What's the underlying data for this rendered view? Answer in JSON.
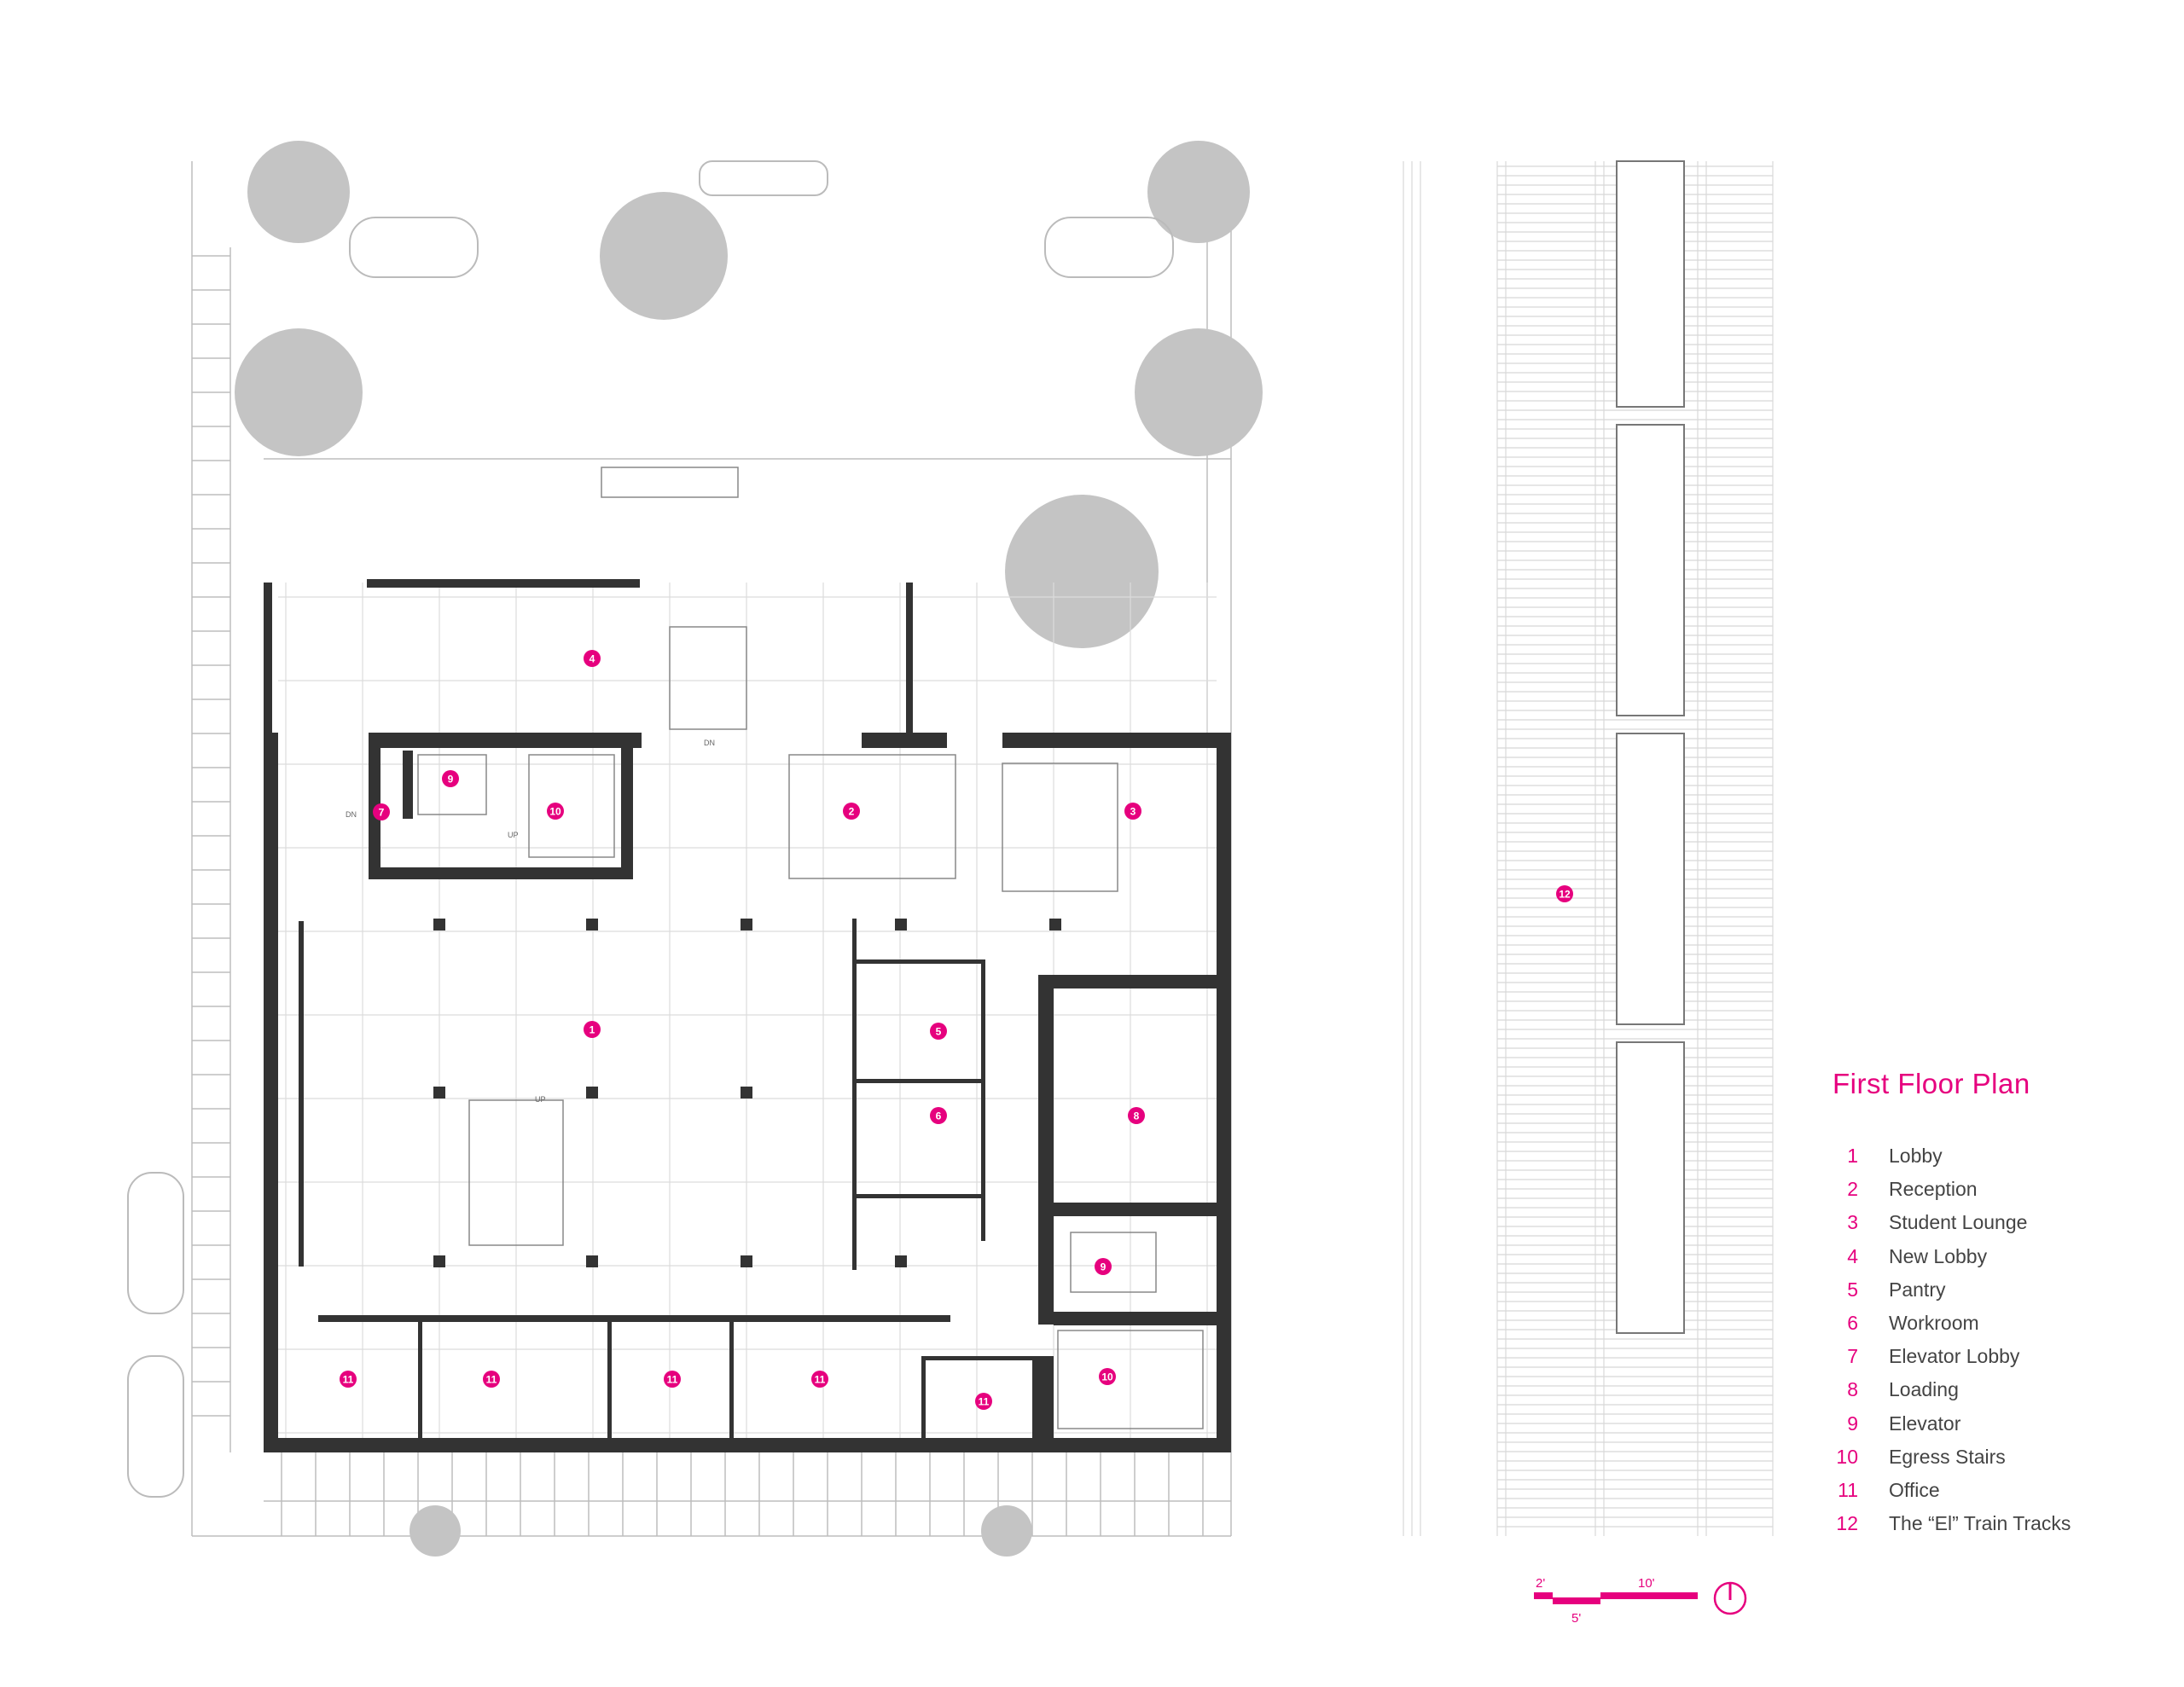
{
  "title": "First Floor Plan",
  "legend": [
    {
      "num": "1",
      "label": "Lobby"
    },
    {
      "num": "2",
      "label": "Reception"
    },
    {
      "num": "3",
      "label": "Student Lounge"
    },
    {
      "num": "4",
      "label": "New Lobby"
    },
    {
      "num": "5",
      "label": "Pantry"
    },
    {
      "num": "6",
      "label": "Workroom"
    },
    {
      "num": "7",
      "label": "Elevator Lobby"
    },
    {
      "num": "8",
      "label": "Loading"
    },
    {
      "num": "9",
      "label": "Elevator"
    },
    {
      "num": "10",
      "label": "Egress Stairs"
    },
    {
      "num": "11",
      "label": "Office"
    },
    {
      "num": "12",
      "label": "The “El” Train Tracks"
    }
  ],
  "room_markers": [
    "1",
    "2",
    "3",
    "4",
    "5",
    "6",
    "7",
    "8",
    "9",
    "9",
    "10",
    "10",
    "11",
    "11",
    "11",
    "11",
    "11",
    "12"
  ],
  "stair_labels": {
    "dn": "DN",
    "up": "UP"
  },
  "scale_bar": {
    "label_2": "2'",
    "label_5": "5'",
    "label_10": "10'"
  },
  "colors": {
    "accent": "#e6007e",
    "wall": "#333333",
    "line": "#bdbdbd",
    "tree": "#b5b5b5"
  }
}
